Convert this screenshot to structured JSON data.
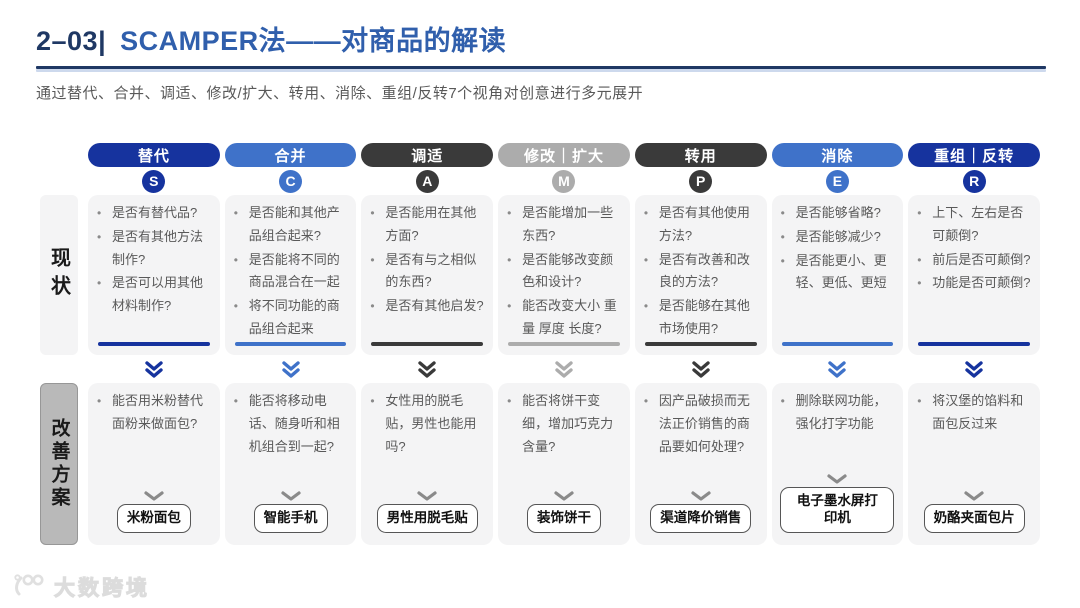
{
  "slide": {
    "title_prefix": "2–03|",
    "title_main": "SCAMPER法——对商品的解读",
    "subtitle": "通过替代、合并、调适、修改/扩大、转用、消除、重组/反转7个视角对创意进行多元展开",
    "watermark_text": "大数跨境",
    "watermark_icon": "100-swirl-logo"
  },
  "row_labels": {
    "status": "现状",
    "improve": "改善方案"
  },
  "palette": {
    "navy": "#16339e",
    "blue": "#3f72c9",
    "dark": "#3a3a3a",
    "gray": "#acacac",
    "title_prefix": "#1f3864",
    "title_main": "#305fac",
    "subtitle_gray": "#595959"
  },
  "columns": [
    {
      "header": "替代",
      "letter": "S",
      "tone": "navy",
      "status_items": [
        "是否有替代品?",
        "是否有其他方法制作?",
        "是否可以用其他材料制作?"
      ],
      "improve_item": "能否用米粉替代面粉来做面包?",
      "result": "米粉面包"
    },
    {
      "header": "合并",
      "letter": "C",
      "tone": "blue",
      "status_items": [
        "是否能和其他产品组合起来?",
        "是否能将不同的商品混合在一起",
        "将不同功能的商品组合起来"
      ],
      "improve_item": "能否将移动电话、随身听和相机组合到一起?",
      "result": "智能手机"
    },
    {
      "header": "调适",
      "letter": "A",
      "tone": "dark",
      "status_items": [
        "是否能用在其他方面?",
        "是否有与之相似的东西?",
        "是否有其他启发?"
      ],
      "improve_item": "女性用的脱毛贴，男性也能用吗?",
      "result": "男性用脱毛贴"
    },
    {
      "header": "修改｜扩大",
      "letter": "M",
      "tone": "gray",
      "status_items": [
        "是否能增加一些东西?",
        "是否能够改变颜色和设计?",
        "能否改变大小 重量 厚度 长度?"
      ],
      "improve_item": "能否将饼干变细，增加巧克力含量?",
      "result": "装饰饼干"
    },
    {
      "header": "转用",
      "letter": "P",
      "tone": "dark",
      "status_items": [
        "是否有其他使用方法?",
        "是否有改善和改良的方法?",
        "是否能够在其他市场使用?"
      ],
      "improve_item": "因产品破损而无法正价销售的商品要如何处理?",
      "result": "渠道降价销售"
    },
    {
      "header": "消除",
      "letter": "E",
      "tone": "blue",
      "status_items": [
        "是否能够省略?",
        "是否能够减少?",
        "是否能更小、更轻、更低、更短"
      ],
      "improve_item": "删除联网功能，强化打字功能",
      "result": "电子墨水屏打印机"
    },
    {
      "header": "重组｜反转",
      "letter": "R",
      "tone": "navy",
      "status_items": [
        "上下、左右是否可颠倒?",
        "前后是否可颠倒?",
        "功能是否可颠倒?"
      ],
      "improve_item": "将汉堡的馅料和面包反过来",
      "result": "奶酪夹面包片"
    }
  ]
}
